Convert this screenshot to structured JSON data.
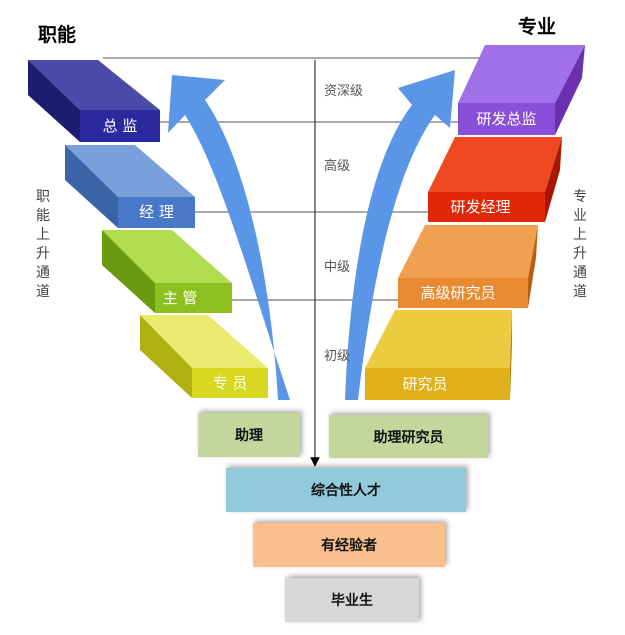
{
  "left_title": "职能",
  "right_title": "专业",
  "left_channel": "职能上升通道",
  "right_channel": "专业上升通道",
  "levels": [
    "资深级",
    "高级",
    "中级",
    "初级"
  ],
  "left_track": [
    "总 监",
    "经 理",
    "主 管",
    "专 员"
  ],
  "right_track": [
    "研发总监",
    "研发经理",
    "高级研究员",
    "研究员"
  ],
  "entry": {
    "left": "助理",
    "right": "助理研究员"
  },
  "base": [
    "综合性人才",
    "有经验者",
    "毕业生"
  ],
  "colors": {
    "zongjian": "#2a2a9e",
    "jingli": "#4a78c8",
    "zhuguan": "#8cc020",
    "zhuanyuan": "#d8d820",
    "rd_director": "#8a4fd8",
    "rd_manager": "#e02808",
    "senior": "#e88a30",
    "researcher": "#e0b018",
    "arrow": "#5b95e8"
  }
}
